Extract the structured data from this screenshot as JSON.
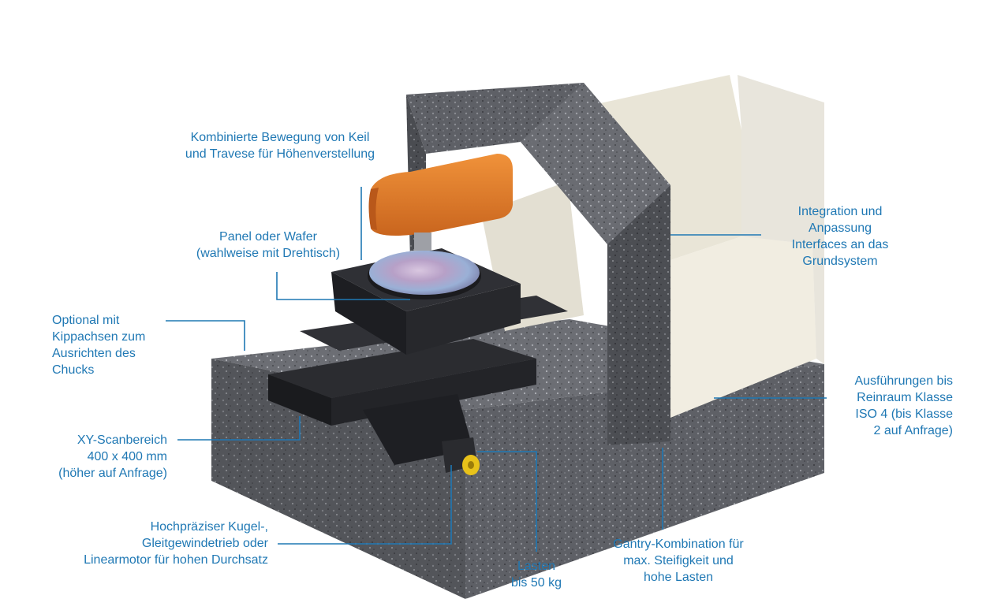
{
  "colors": {
    "label": "#1f78b4",
    "leader": "#1f78b4",
    "granite": "#5b5d63",
    "housing_orange": "#e07a2c",
    "cover_cream": "#ece8dc",
    "stage_dark": "#222326"
  },
  "labels": {
    "height_adjust": [
      "Kombinierte Bewegung von Keil",
      "und Travese für Höhenverstellung"
    ],
    "panel": [
      "Panel oder Wafer",
      "(wahlweise mit Drehtisch)"
    ],
    "tilt": [
      "Optional mit",
      "Kippachsen zum",
      "Ausrichten des",
      "Chucks"
    ],
    "xy_scan": [
      "XY-Scanbereich",
      "400 x 400 mm",
      "(höher auf Anfrage)"
    ],
    "drive": [
      "Hochpräziser Kugel-,",
      "Gleitgewindetrieb oder",
      "Linearmotor für hohen Durchsatz"
    ],
    "load": [
      "Lasten",
      "bis 50 kg"
    ],
    "gantry": [
      "Gantry-Kombination für",
      "max. Steifigkeit und",
      "hohe Lasten"
    ],
    "integration": [
      "Integration und",
      "Anpassung",
      "Interfaces an das",
      "Grundsystem"
    ],
    "cleanroom": [
      "Ausführungen bis",
      "Reinraum Klasse",
      "ISO 4 (bis Klasse",
      "2 auf Anfrage)"
    ]
  }
}
